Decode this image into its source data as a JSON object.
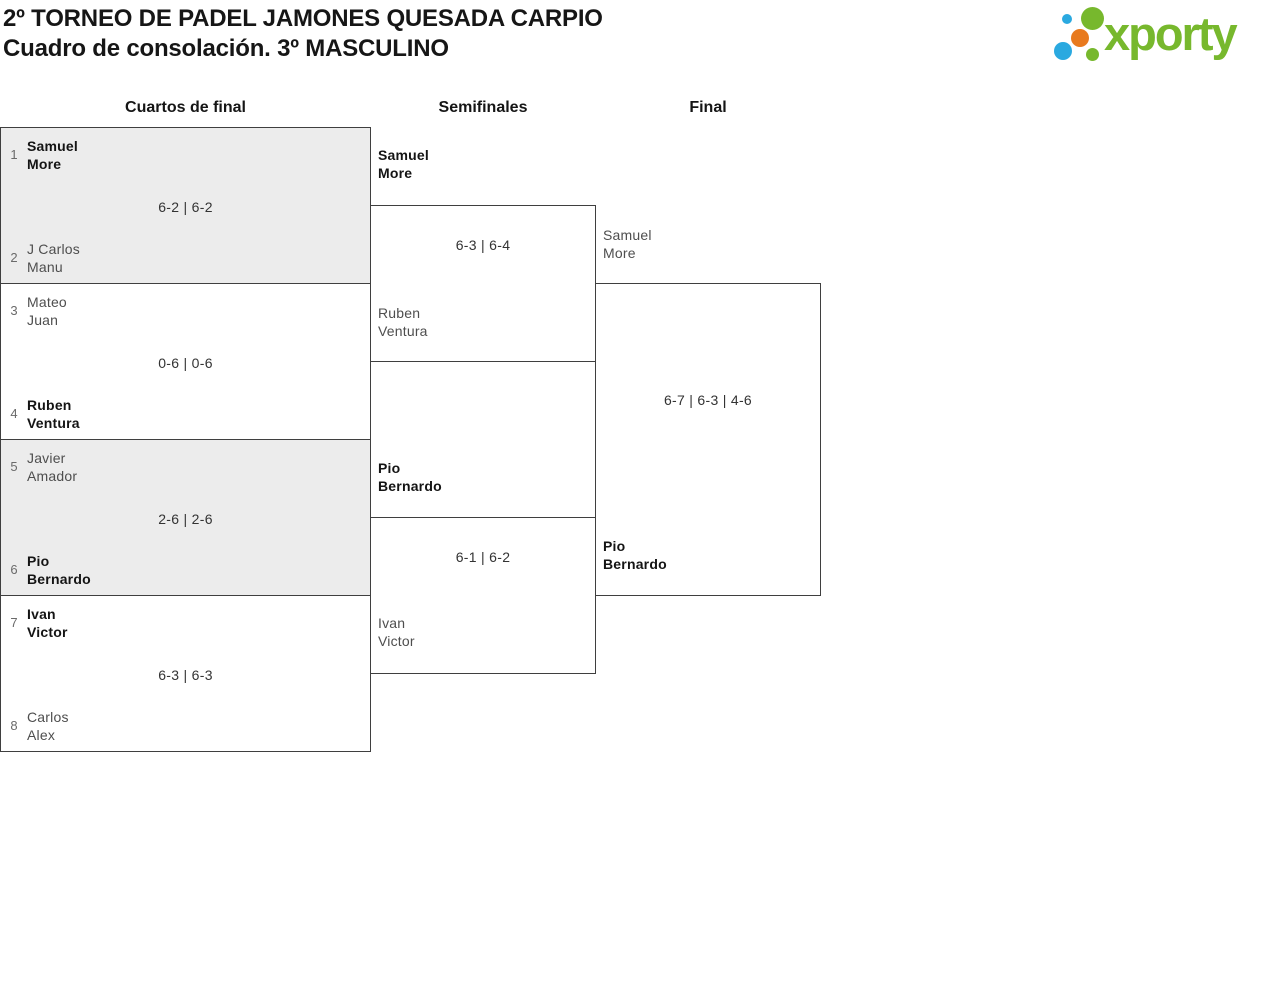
{
  "header": {
    "title": "2º TORNEO DE PADEL JAMONES QUESADA CARPIO",
    "subtitle": "Cuadro de consolación. 3º MASCULINO"
  },
  "logo": {
    "brand": "xporty",
    "dots": [
      "blue-small",
      "green-big",
      "orange",
      "blue-big",
      "green-small"
    ]
  },
  "colors": {
    "brand_green": "#77b82d",
    "brand_blue": "#2aa9e0",
    "brand_orange": "#e87a1e",
    "shaded_match_bg": "#ececec",
    "winner_text": "#141414",
    "loser_text": "#4e4e4e"
  },
  "rounds": [
    {
      "label": "Cuartos de final"
    },
    {
      "label": "Semifinales"
    },
    {
      "label": "Final"
    }
  ],
  "bracket": {
    "quarterfinals": [
      {
        "seed_top": "1",
        "top": {
          "line1": "Samuel",
          "line2": "More",
          "winner": true
        },
        "score": "6-2 | 6-2",
        "seed_bottom": "2",
        "bottom": {
          "line1": "J Carlos",
          "line2": "Manu",
          "winner": false
        }
      },
      {
        "seed_top": "3",
        "top": {
          "line1": "Mateo",
          "line2": "Juan",
          "winner": false
        },
        "score": "0-6 | 0-6",
        "seed_bottom": "4",
        "bottom": {
          "line1": "Ruben",
          "line2": "Ventura",
          "winner": true
        }
      },
      {
        "seed_top": "5",
        "top": {
          "line1": "Javier",
          "line2": "Amador",
          "winner": false
        },
        "score": "2-6 | 2-6",
        "seed_bottom": "6",
        "bottom": {
          "line1": "Pio",
          "line2": "Bernardo",
          "winner": true
        }
      },
      {
        "seed_top": "7",
        "top": {
          "line1": "Ivan",
          "line2": "Victor",
          "winner": true
        },
        "score": "6-3 | 6-3",
        "seed_bottom": "8",
        "bottom": {
          "line1": "Carlos",
          "line2": "Alex",
          "winner": false
        }
      }
    ],
    "semifinals": [
      {
        "top": {
          "line1": "Samuel",
          "line2": "More",
          "winner": true
        },
        "score": "6-3 | 6-4",
        "bottom": {
          "line1": "Ruben",
          "line2": "Ventura",
          "winner": false
        }
      },
      {
        "top": {
          "line1": "Pio",
          "line2": "Bernardo",
          "winner": true
        },
        "score": "6-1 | 6-2",
        "bottom": {
          "line1": "Ivan",
          "line2": "Victor",
          "winner": false
        }
      }
    ],
    "final": {
      "top": {
        "line1": "Samuel",
        "line2": "More",
        "winner": false
      },
      "score": "6-7 | 6-3 | 4-6",
      "bottom": {
        "line1": "Pio",
        "line2": "Bernardo",
        "winner": true
      }
    }
  }
}
